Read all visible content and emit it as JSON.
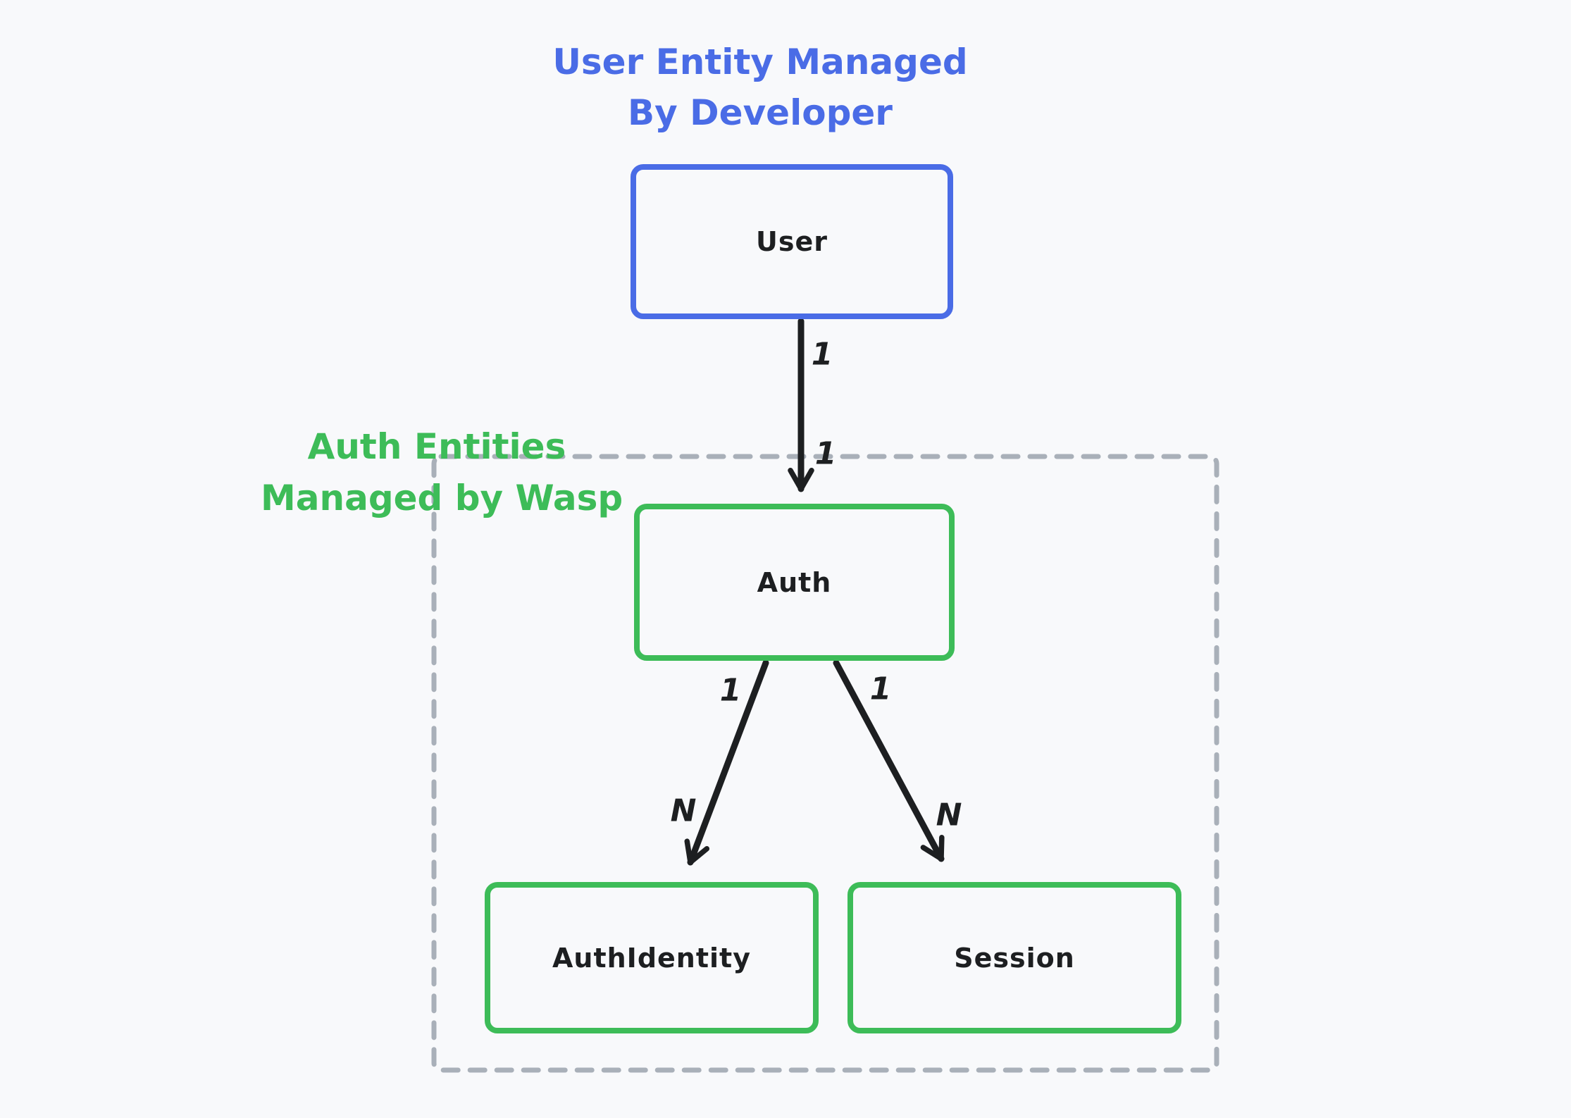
{
  "colors": {
    "blue": "#4a6ce6",
    "green": "#3dbc58",
    "ink": "#1d1f21",
    "gray": "#a9b0b9",
    "bg": "#f8f9fb"
  },
  "captions": {
    "user_entity": {
      "line1": "User Entity Managed",
      "line2": "By Developer"
    },
    "auth_group": {
      "line1": "Auth Entities",
      "line2": "Managed by Wasp"
    }
  },
  "nodes": [
    {
      "id": "user",
      "label": "User"
    },
    {
      "id": "auth",
      "label": "Auth"
    },
    {
      "id": "auth_identity",
      "label": "AuthIdentity"
    },
    {
      "id": "session",
      "label": "Session"
    }
  ],
  "edges": [
    {
      "from": "user",
      "to": "auth",
      "source_label": "1",
      "target_label": "1"
    },
    {
      "from": "auth",
      "to": "auth_identity",
      "source_label": "1",
      "target_label": "N"
    },
    {
      "from": "auth",
      "to": "session",
      "source_label": "1",
      "target_label": "N"
    }
  ]
}
